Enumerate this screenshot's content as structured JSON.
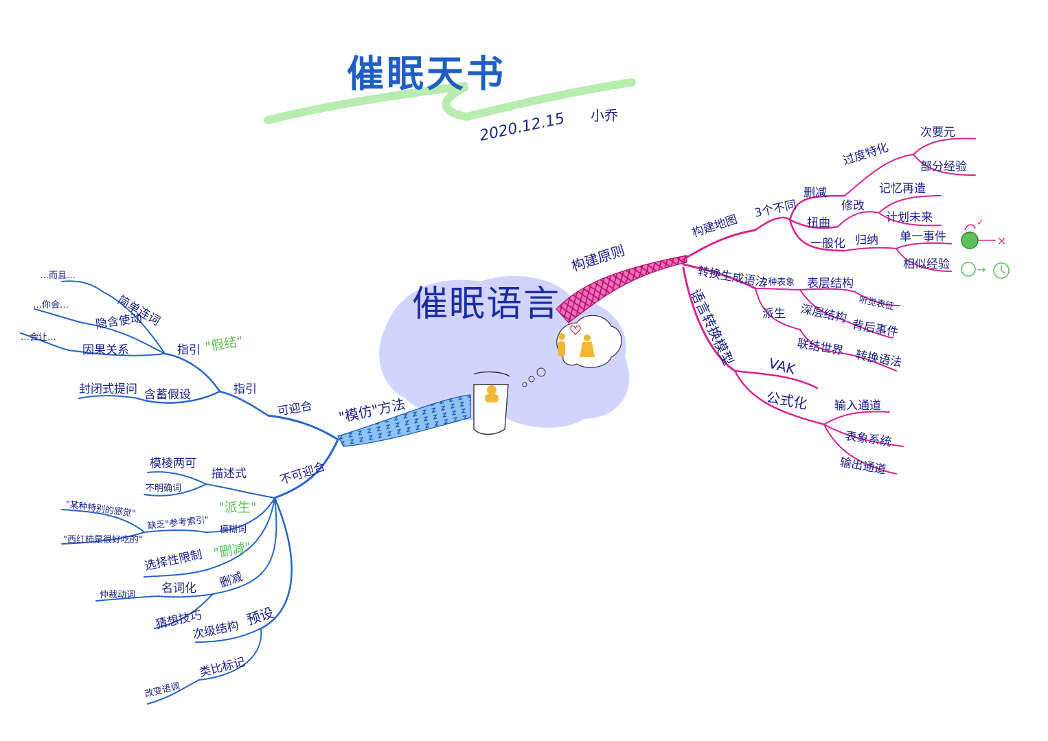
{
  "title": "催眠天书",
  "date": "2020.12.15",
  "author": "小乔",
  "central": "催眠语言",
  "colors": {
    "blue_branch": "#2565c9",
    "pink_branch": "#d7238f",
    "text": "#1a1f8a",
    "green_note": "#5cc05a",
    "cloud": "#c9cdfb",
    "title_underline": "#b8ecb0"
  },
  "left": {
    "main": "\"模仿\"方法",
    "upper": {
      "label": "可迎合",
      "sub": "指引",
      "hint": {
        "label": "指引",
        "note": "\"假结\"",
        "items": [
          {
            "label": "简单连词",
            "leaf": "…而且…"
          },
          {
            "label": "隐含使动",
            "leaf": "…你会…"
          },
          {
            "label": "因果关系",
            "leaf": "…会让…"
          }
        ]
      },
      "others": [
        "封闭式提问",
        "含蓄假设"
      ]
    },
    "lower": {
      "label": "不可迎合",
      "describe": {
        "label": "描述式",
        "items": [
          "模棱两可",
          "不明确词"
        ]
      },
      "derive": {
        "note": "\"派生\"",
        "label": "模糊词",
        "sub": "缺乏\"参考索引\"",
        "quotes": [
          "\"某种特别的感觉\"",
          "\"西红柿是很好吃的\""
        ],
        "restrict": "选择性限制"
      },
      "delete": {
        "note": "\"删减\"",
        "label": "删减",
        "items": [
          "名词化",
          "仲裁动词"
        ],
        "extra": "猜想技巧"
      },
      "presuppose": {
        "label": "预设",
        "items": [
          "次级结构",
          "类比标记",
          "改变语调"
        ]
      }
    }
  },
  "right": {
    "main": "构建原则",
    "map": {
      "label": "构建地图",
      "sub": "3个不同",
      "delete": {
        "label": "删减",
        "items": [
          "过度特化",
          "次要元",
          "部分经验"
        ]
      },
      "distort": {
        "label": "扭曲",
        "mid": "修改",
        "items": [
          "记忆再造",
          "计划未来"
        ]
      },
      "generalize": {
        "label": "一般化",
        "mid": "归纳",
        "items": [
          "单一事件",
          "相似经验"
        ]
      }
    },
    "transform": {
      "label": "转换生成语法",
      "sub": "2种表象",
      "items": [
        "表层结构",
        "听觉表征",
        "深层结构",
        "背后事件"
      ],
      "derive": "派生",
      "derive_items": [
        "联结世界",
        "转换语法"
      ]
    },
    "language": {
      "label": "语言转换模型",
      "vak": "VAK",
      "formula": "公式化",
      "items": [
        "输入通道",
        "表象系统",
        "输出通道"
      ]
    },
    "icons": {
      "mark_check": "✓",
      "mark_x": "×",
      "arrow": "→"
    }
  }
}
